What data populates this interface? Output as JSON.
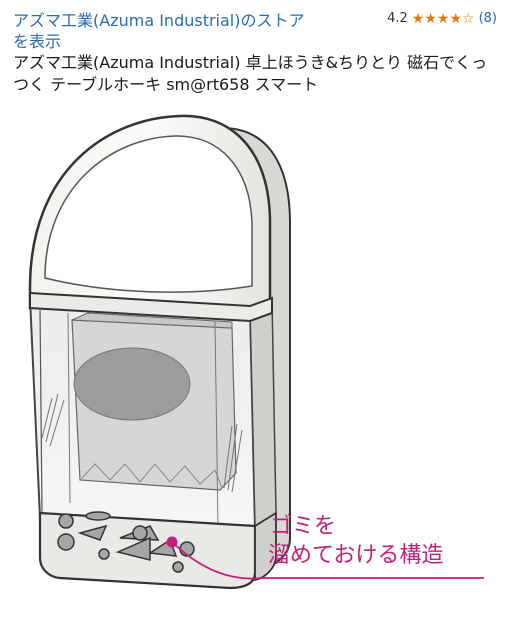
{
  "store": {
    "link_text": "アズマ工業(Azuma Industrial)のストアを表示"
  },
  "rating": {
    "value": "4.2",
    "stars_full": 4,
    "stars_total": 5,
    "count": "(8)"
  },
  "product": {
    "title": "アズマ工業(Azuma Industrial) 卓上ほうき&ちりとり 磁石でくっつく テーブルホーキ sm@rt658 スマート"
  },
  "image": {
    "callout_line1": "ゴミを",
    "callout_line2": "溜めておける構造",
    "accent_color": "#c21f78"
  }
}
